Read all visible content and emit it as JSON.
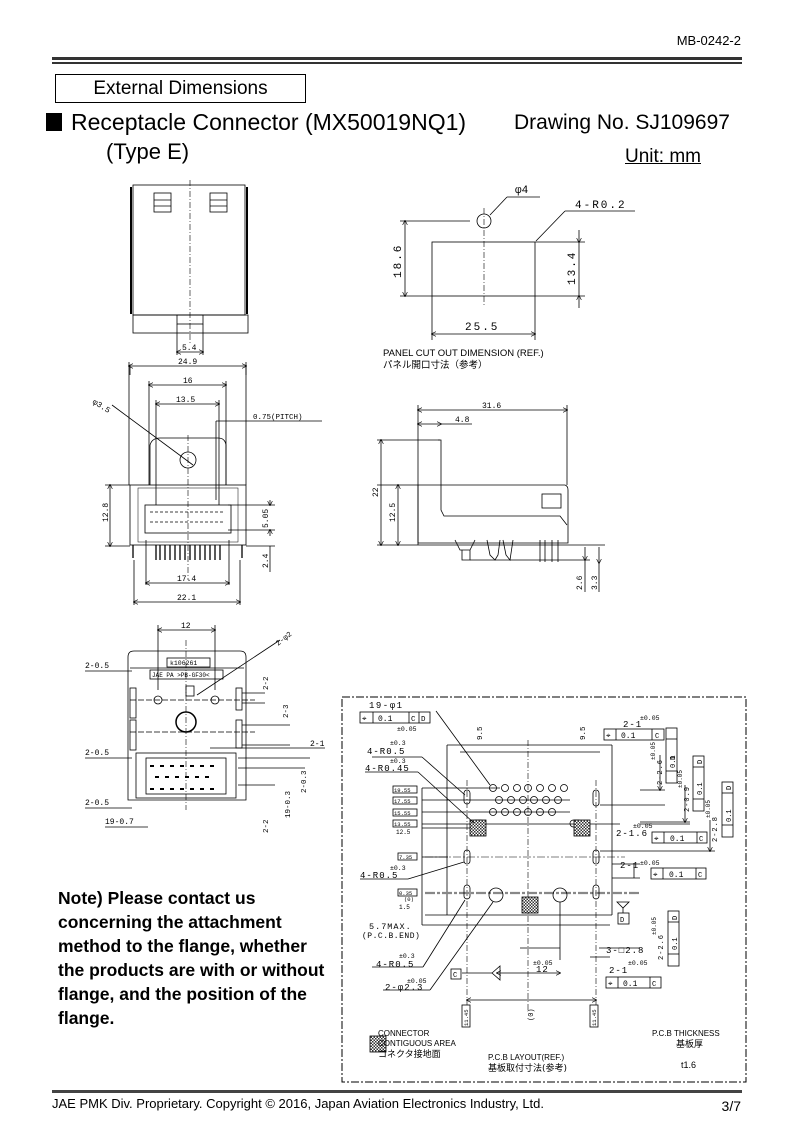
{
  "header": {
    "doc_number": "MB-0242-2",
    "section_label": "External Dimensions",
    "title": "Receptacle Connector (MX50019NQ1)",
    "drawing_number": "Drawing No. SJ109697",
    "subtitle": "(Type E)",
    "unit": "Unit: mm"
  },
  "front_view": {
    "dims": {
      "connector_width_small": "5.4",
      "overall_width": "24.9"
    }
  },
  "panel_cutout": {
    "hole_dia": "φ4",
    "corner_radius": "4-R0.2",
    "height_total": "18.6",
    "height_cutout": "13.4",
    "width": "25.5",
    "caption_en": "PANEL CUT OUT DIMENSION (REF.)",
    "caption_jp": "パネル開口寸法（参考）"
  },
  "end_view": {
    "dims": {
      "overall_width": "24.9",
      "w16": "16",
      "w13_5": "13.5",
      "hole": "φ3.5",
      "pitch": "0.75(PITCH)",
      "height": "12.8",
      "h5_05": "5.05",
      "h2_4": "2.4",
      "w17_4": "17.4",
      "w22_1": "22.1"
    }
  },
  "side_view": {
    "dims": {
      "length": "31.6",
      "flange": "4.8",
      "total_height": "22",
      "body_height": "12.5",
      "pin_2_6": "2.6",
      "pin_3_3": "3.3"
    }
  },
  "bottom_view": {
    "label_part": "k106261",
    "label_mark": "JAE PA >PB-GF30<",
    "dims": {
      "pitch12": "12",
      "boss": "2-φ2",
      "d1": "2-0.5",
      "d2": "2-0.5",
      "d3": "2-0.5",
      "pin_w": "19-0.7",
      "r2_2a": "2-2",
      "r2_3": "2-3",
      "r2_1": "2-1",
      "r2_03": "2-0.3",
      "r19_03": "19-0.3",
      "r2_2b": "2-2"
    }
  },
  "note": "Note) Please contact us concerning the attachment method to the flange, whether the products are with or without flange, and the position of the flange.",
  "pcb_layout": {
    "holes": "19-φ1",
    "fcf_main": {
      "value": "0.1",
      "datum1": "C",
      "datum2": "D",
      "tol": "±0.05"
    },
    "r05": "4-R0.5",
    "r05_tol": "±0.3",
    "r045": "4-R0.45",
    "r045_tol": "±0.3",
    "r05b": "4-R0.5",
    "r05b_tol": "±0.3",
    "r05c": "4-R0.5",
    "r05c_tol": "±0.3",
    "row_dims": [
      "19.55",
      "17.55",
      "15.55",
      "13.55",
      "12.5",
      "7.35",
      "0.35",
      "(0)",
      "1.5"
    ],
    "max_note": "5.7MAX.",
    "pcb_end": "(P.C.B.END)",
    "hole23": "2-φ2.3",
    "hole23_tol": "±0.05",
    "c12": "12",
    "c12_tol": "±0.05",
    "zero": "(0)",
    "edge_l": "11.45",
    "edge_r": "11.45",
    "top_95l": "9.5",
    "top_95r": "9.5",
    "slot_2_1a": "2-1",
    "slot_2_1a_tol": "±0.05",
    "slot_2_26": "2-2.6",
    "slot_2_26_tol": "±0.05",
    "slot_2_09": "2-0.9",
    "slot_2_09_tol": "±0.05",
    "slot_2_28": "2-2.8",
    "slot_2_28_tol": "±0.05",
    "slot_2_16": "2-1.6",
    "slot_2_16_tol": "±0.05",
    "slot_2_1b": "2-1",
    "slot_2_1b_tol": "±0.05",
    "sq3": "3-□2.8",
    "slot_2_26b": "2-2.6",
    "slot_2_26b_tol": "±0.05",
    "slot_2_1c": "2-1",
    "slot_2_1c_tol": "±0.05",
    "fcf_value": "0.1",
    "datum_c": "C",
    "datum_d": "D",
    "legend_en1": "CONNECTOR",
    "legend_en2": "CONTIGUOUS AREA",
    "legend_jp": "コネクタ接地面",
    "layout_en": "P.C.B LAYOUT(REF.)",
    "layout_jp": "基板取付寸法(参考)",
    "thick_en": "P.C.B THICKNESS",
    "thick_jp": "基板厚",
    "thick_val": "t1.6"
  },
  "footer": {
    "copyright": "JAE PMK Div. Proprietary. Copyright ©  2016, Japan Aviation Electronics Industry, Ltd.",
    "page": "3/7"
  }
}
